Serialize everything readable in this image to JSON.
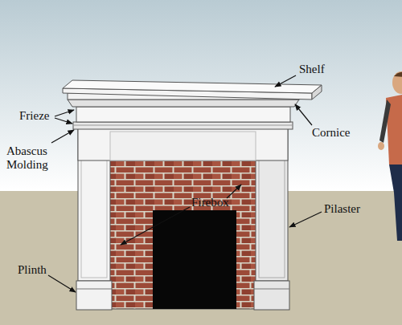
{
  "diagram": {
    "labels": [
      "Shelf",
      "Frieze",
      "Cornice",
      "Abascus Molding",
      "Firebox",
      "Pilaster",
      "Plinth"
    ]
  }
}
